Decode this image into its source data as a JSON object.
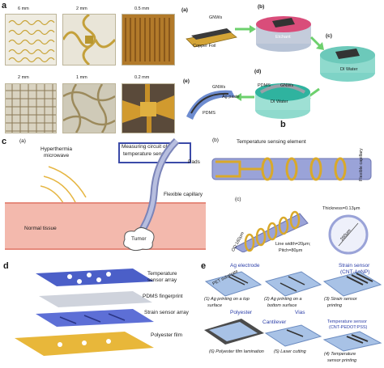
{
  "panel_a": {
    "label": "a",
    "scales_top": [
      "6 mm",
      "2 mm",
      "0.5 mm"
    ],
    "scales_bottom": [
      "2 mm",
      "1 mm",
      "0.2 mm"
    ],
    "steps": {
      "a": "(a)",
      "b": "(b)",
      "c": "(c)",
      "d": "(d)",
      "e": "(e)"
    },
    "texts": {
      "gnws": "GNWs",
      "copper_foil": "Copper Foil",
      "etchant": "Etchant",
      "di_water_c": "DI Water",
      "di_water_d": "DI Water",
      "gnws_d": "GNWs",
      "pdms_d": "PDMS",
      "gnws_e": "GNWs",
      "ag_paste": "Ag paste",
      "pdms_e": "PDMS"
    }
  },
  "panel_b_label": "b",
  "panel_c": {
    "label": "c",
    "sub_a": "(a)",
    "hyperthermia": "Hyperthermia",
    "microwave": "microwave",
    "measuring_1": "Measuring circuit of",
    "measuring_2": "temperature sensor",
    "pads": "Pads",
    "flexible_capillary": "Flexible capillary",
    "normal_tissue": "Normal tissue",
    "tumor": "Tumor",
    "sub_b": "(b)",
    "temp_sensing": "Temperature sensing element",
    "flexible_capillary_v": "Flexible capillary",
    "sub_c": "(c)",
    "od": "OD:160μm",
    "thickness": "Thickness=0.13μm",
    "diameter": "260μm",
    "line_width": "Line width=20μm;",
    "pitch": "Pitch=80μm"
  },
  "panel_d": {
    "label": "d",
    "layers": [
      "Temperature",
      "sensor array",
      "PDMS fingerprint",
      "Strain sensor array",
      "Polyester film"
    ]
  },
  "panel_e": {
    "label": "e",
    "ag_electrode": "Ag electrode",
    "pet_substrate": "PET substrate",
    "strain_sensor_1": "Strain sensor",
    "strain_sensor_2": "(CNT-AgNP)",
    "steps": [
      "(1) Ag printing on a top",
      "surface",
      "(2) Ag printing on a",
      "bottom surface",
      "(3) Strain sensor",
      "printing"
    ],
    "polyester": "Polyester",
    "vias": "Vias",
    "cantilever": "Cantilever",
    "temp_sensor_1": "Temperature sensor",
    "temp_sensor_2": "(CNT-PEDOT:PSS)",
    "steps_bottom": [
      "(6) Polyester film lamination",
      "(5) Laser cutting",
      "(4) Temperature",
      "sensor printing"
    ]
  },
  "colors": {
    "gold": "#d9a92a",
    "tissue": "#f2b3a8",
    "blue_sheet": "#5a6fd6",
    "capillary": "#8e96c9"
  }
}
